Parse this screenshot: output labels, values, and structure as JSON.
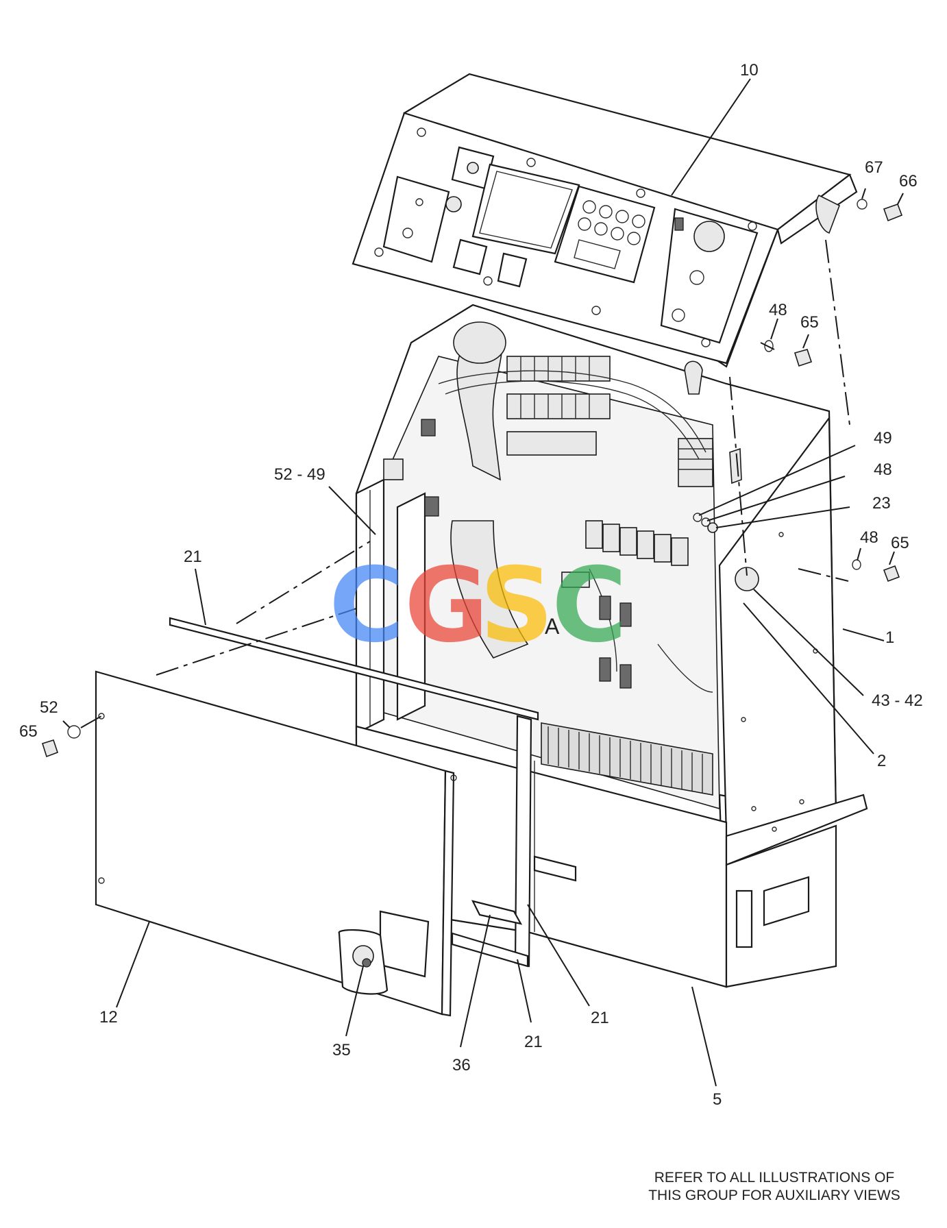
{
  "callouts": [
    {
      "id": "c10",
      "text": "10"
    },
    {
      "id": "c67",
      "text": "67"
    },
    {
      "id": "c66",
      "text": "66"
    },
    {
      "id": "c48a",
      "text": "48"
    },
    {
      "id": "c65a",
      "text": "65"
    },
    {
      "id": "c49",
      "text": "49"
    },
    {
      "id": "c48b",
      "text": "48"
    },
    {
      "id": "c23",
      "text": "23"
    },
    {
      "id": "c48c",
      "text": "48"
    },
    {
      "id": "c65b",
      "text": "65"
    },
    {
      "id": "c1",
      "text": "1"
    },
    {
      "id": "c43",
      "text": "43 - 42"
    },
    {
      "id": "c2",
      "text": "2"
    },
    {
      "id": "c52_49",
      "text": "52 - 49"
    },
    {
      "id": "c21a",
      "text": "21"
    },
    {
      "id": "c52",
      "text": "52"
    },
    {
      "id": "c65c",
      "text": "65"
    },
    {
      "id": "c12",
      "text": "12"
    },
    {
      "id": "c35",
      "text": "35"
    },
    {
      "id": "c36",
      "text": "36"
    },
    {
      "id": "c21b",
      "text": "21"
    },
    {
      "id": "c21c",
      "text": "21"
    },
    {
      "id": "c5",
      "text": "5"
    }
  ],
  "view_mark": "A",
  "watermark": {
    "letters": [
      "C",
      "G",
      "S",
      "C"
    ],
    "colors": [
      "#4285F4",
      "#EA4335",
      "#FBBC05",
      "#34A853"
    ]
  },
  "note_line1": "REFER TO ALL ILLUSTRATIONS OF",
  "note_line2": "THIS GROUP FOR AUXILIARY VIEWS"
}
